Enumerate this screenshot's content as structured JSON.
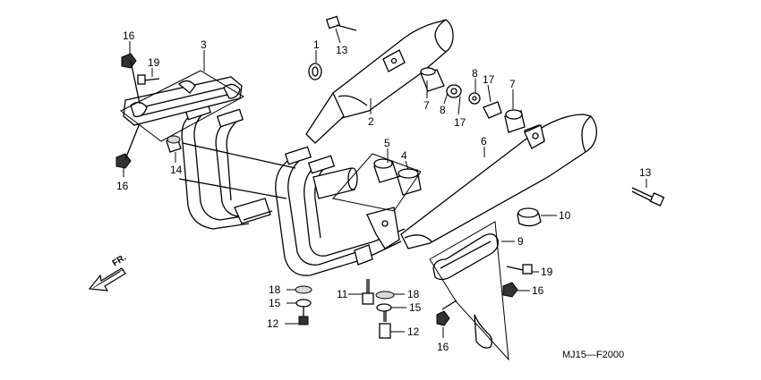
{
  "diagram_code": "MJ15—F2000",
  "direction_label": "FR.",
  "callouts": [
    {
      "id": "c-16a",
      "text": "16"
    },
    {
      "id": "c-19a",
      "text": "19"
    },
    {
      "id": "c-3",
      "text": "3"
    },
    {
      "id": "c-16b",
      "text": "16"
    },
    {
      "id": "c-14",
      "text": "14"
    },
    {
      "id": "c-1",
      "text": "1"
    },
    {
      "id": "c-13a",
      "text": "13"
    },
    {
      "id": "c-2",
      "text": "2"
    },
    {
      "id": "c-7a",
      "text": "7"
    },
    {
      "id": "c-8a",
      "text": "8"
    },
    {
      "id": "c-17a",
      "text": "17"
    },
    {
      "id": "c-8b",
      "text": "8"
    },
    {
      "id": "c-17b",
      "text": "17"
    },
    {
      "id": "c-7b",
      "text": "7"
    },
    {
      "id": "c-5",
      "text": "5"
    },
    {
      "id": "c-4",
      "text": "4"
    },
    {
      "id": "c-6",
      "text": "6"
    },
    {
      "id": "c-13b",
      "text": "13"
    },
    {
      "id": "c-10",
      "text": "10"
    },
    {
      "id": "c-9",
      "text": "9"
    },
    {
      "id": "c-19b",
      "text": "19"
    },
    {
      "id": "c-16c",
      "text": "16"
    },
    {
      "id": "c-18a",
      "text": "18"
    },
    {
      "id": "c-15a",
      "text": "15"
    },
    {
      "id": "c-12a",
      "text": "12"
    },
    {
      "id": "c-11",
      "text": "11"
    },
    {
      "id": "c-18b",
      "text": "18"
    },
    {
      "id": "c-15b",
      "text": "15"
    },
    {
      "id": "c-12b",
      "text": "12"
    },
    {
      "id": "c-16d",
      "text": "16"
    }
  ]
}
